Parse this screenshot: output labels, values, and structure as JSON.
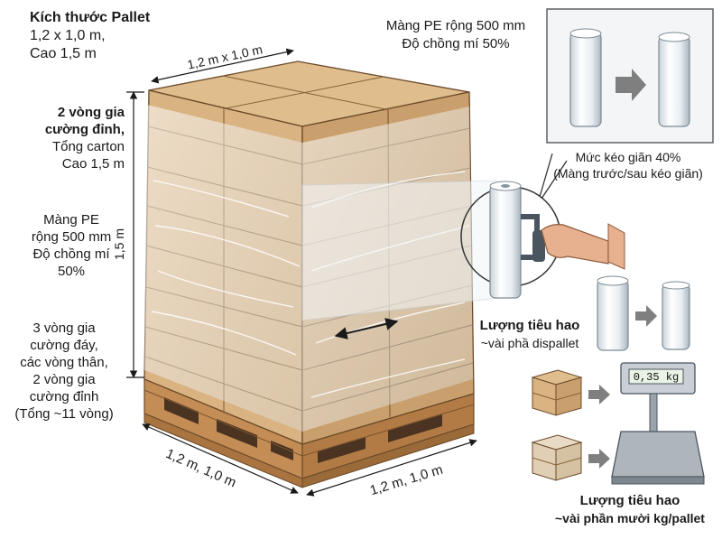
{
  "pallet_size": {
    "heading": "Kích thước Pallet",
    "lines": [
      "1,2 x 1,0 m,",
      "Cao 1,5 m"
    ]
  },
  "film_spec_top": [
    "Màng PE rộng 500 mm",
    "Độ chồng mí 50%"
  ],
  "top_dimension": "1,2 m x 1,0 m",
  "top_reinforce": {
    "lines_bold": [
      "2 vòng gia",
      "cường đỉnh,"
    ],
    "lines": [
      "Tổng carton",
      "Cao 1,5 m"
    ]
  },
  "film_spec_left": [
    "Màng PE",
    "rộng 500 mm",
    "Độ chồng mí",
    "50%"
  ],
  "height_label": "1,5 m",
  "wrap_count": [
    "3 vòng gia",
    "cường đáy,",
    "các vòng thân,",
    "2 vòng gia",
    "cường đỉnh",
    "(Tổng ~11 vòng)"
  ],
  "bottom_dims": {
    "left": "1,2 m, 1,0 m",
    "right": "1,2 m, 1,0 m"
  },
  "stretch": [
    "Mức kéo giãn 40%",
    "(Màng trước/sau kéo giãn)"
  ],
  "roll_consumption": [
    "Lượng tiêu hao",
    "~vài phầ dispallet"
  ],
  "scale_reading": "0,35 kg",
  "total_consumption": [
    "Lượng tiêu hao",
    "~vài phần mười kg/pallet"
  ],
  "colors": {
    "carton": "#d9b382",
    "carton_dark": "#b58a57",
    "carton_light": "#e8c89c",
    "pallet_wood": "#c48d55",
    "film": "#eef3f6",
    "arrow_gray": "#7f7f7f",
    "scale_body": "#c9cfd4",
    "skin": "#e7b08e"
  }
}
